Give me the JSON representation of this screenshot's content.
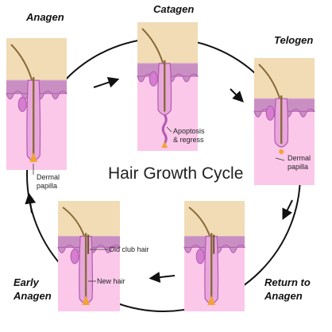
{
  "title": "Hair Growth Cycle",
  "stages": {
    "anagen": "Anagen",
    "catagen": "Catagen",
    "telogen": "Telogen",
    "return_line1": "Return to",
    "return_line2": "Anagen",
    "early_line1": "Early",
    "early_line2": "Anagen"
  },
  "annotations": {
    "anagen_dermal_1": "Dermal",
    "anagen_dermal_2": "papilla",
    "apoptosis_1": "Apoptosis",
    "apoptosis_2": "& regress",
    "telogen_dermal_1": "Dermal",
    "telogen_dermal_2": "papilla",
    "old_club_hair": "Old club hair",
    "new_hair": "New hair"
  },
  "colors": {
    "skin_top": "#f1dcb5",
    "epidermis": "#c98fc3",
    "dermis": "#fbc8ea",
    "hair": "#8a6a3a",
    "sheath": "#b25ab0",
    "papilla": "#f2a334",
    "arrow": "#111111"
  }
}
